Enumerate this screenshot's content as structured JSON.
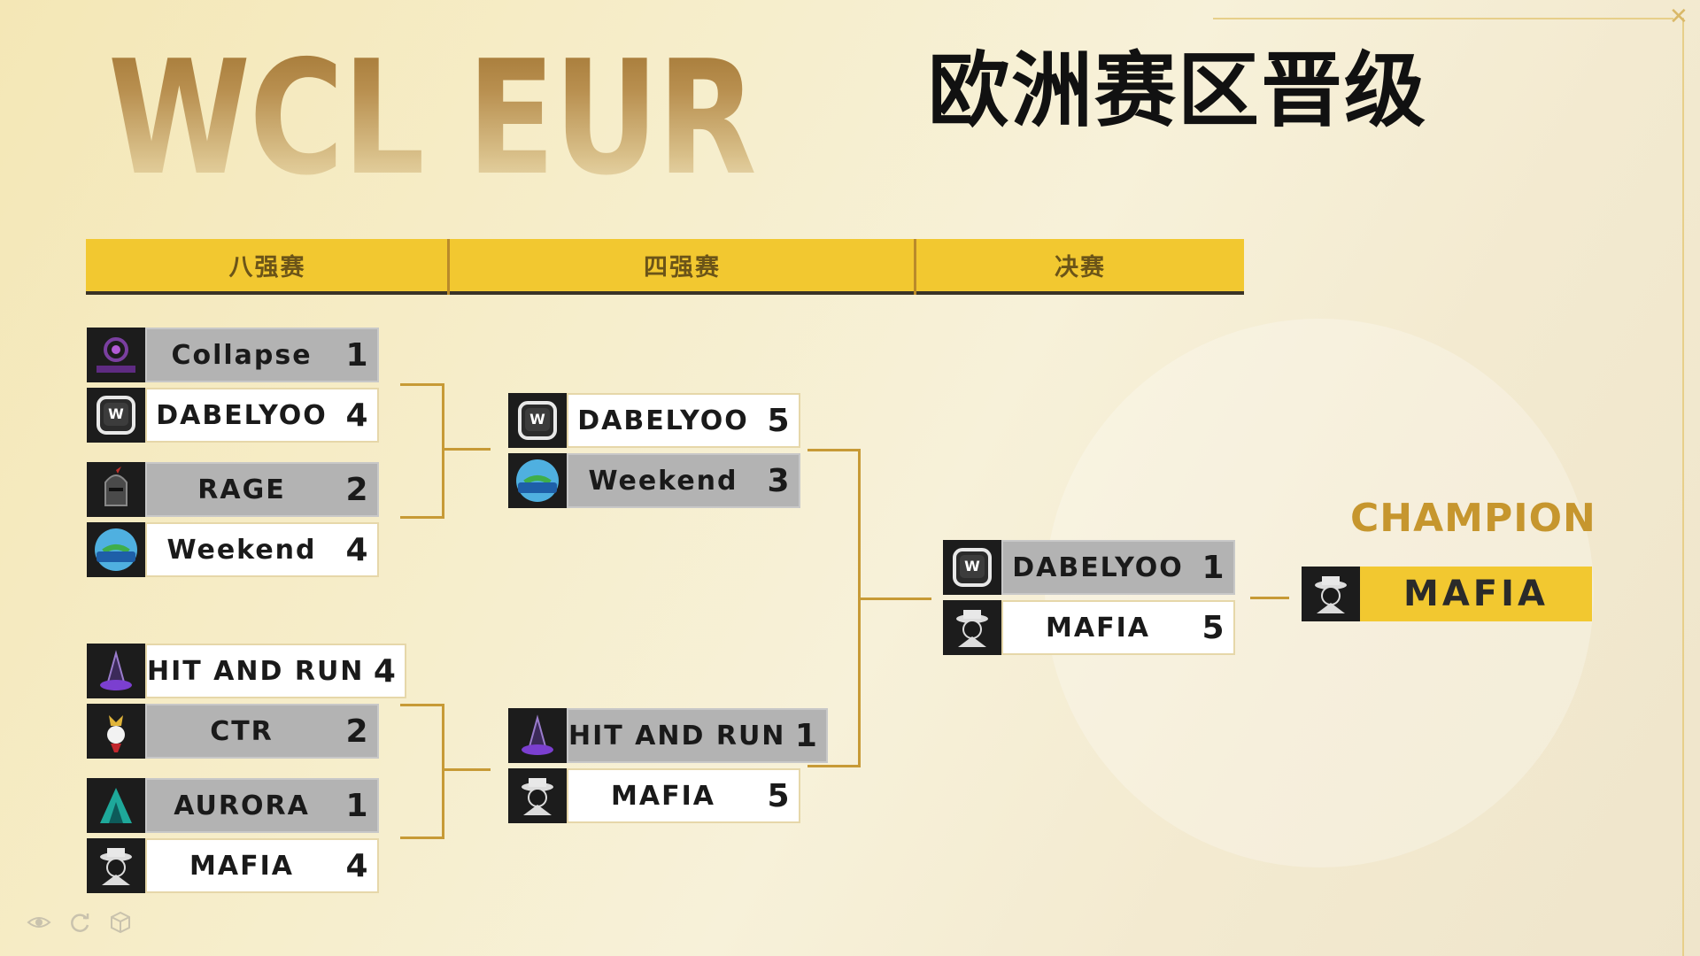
{
  "title": {
    "latin": "WCL EUROPE",
    "chinese": "欧洲赛区晋级"
  },
  "stages": [
    "八强赛",
    "四强赛",
    "决赛"
  ],
  "quarterfinals": [
    {
      "teams": [
        {
          "name": "Collapse",
          "score": "1",
          "logo": "collapse-logo",
          "winner": false
        },
        {
          "name": "DABELYOO",
          "score": "4",
          "logo": "w-key-logo",
          "winner": true
        }
      ]
    },
    {
      "teams": [
        {
          "name": "RAGE",
          "score": "2",
          "logo": "knight-helmet-logo",
          "winner": false
        },
        {
          "name": "Weekend",
          "score": "4",
          "logo": "weekend-logo",
          "winner": true
        }
      ]
    },
    {
      "teams": [
        {
          "name": "HIT AND RUN",
          "score": "4",
          "logo": "hit-and-run-logo",
          "winner": true
        },
        {
          "name": "CTR",
          "score": "2",
          "logo": "ctr-lion-logo",
          "winner": false
        }
      ]
    },
    {
      "teams": [
        {
          "name": "AURORA",
          "score": "1",
          "logo": "aurora-logo",
          "winner": false
        },
        {
          "name": "MAFIA",
          "score": "4",
          "logo": "mafia-logo",
          "winner": true
        }
      ]
    }
  ],
  "semifinals": [
    {
      "teams": [
        {
          "name": "DABELYOO",
          "score": "5",
          "logo": "w-key-logo",
          "winner": true
        },
        {
          "name": "Weekend",
          "score": "3",
          "logo": "weekend-logo",
          "winner": false
        }
      ]
    },
    {
      "teams": [
        {
          "name": "HIT AND RUN",
          "score": "1",
          "logo": "hit-and-run-logo",
          "winner": false
        },
        {
          "name": "MAFIA",
          "score": "5",
          "logo": "mafia-logo",
          "winner": true
        }
      ]
    }
  ],
  "final": {
    "teams": [
      {
        "name": "DABELYOO",
        "score": "1",
        "logo": "w-key-logo",
        "winner": false
      },
      {
        "name": "MAFIA",
        "score": "5",
        "logo": "mafia-logo",
        "winner": true
      }
    ]
  },
  "champion": {
    "label": "CHAMPION",
    "name": "MAFIA",
    "logo": "mafia-logo"
  },
  "colors": {
    "accent": "#f2c830",
    "bracket_line": "#c79a36",
    "champion_text": "#c6962e"
  }
}
